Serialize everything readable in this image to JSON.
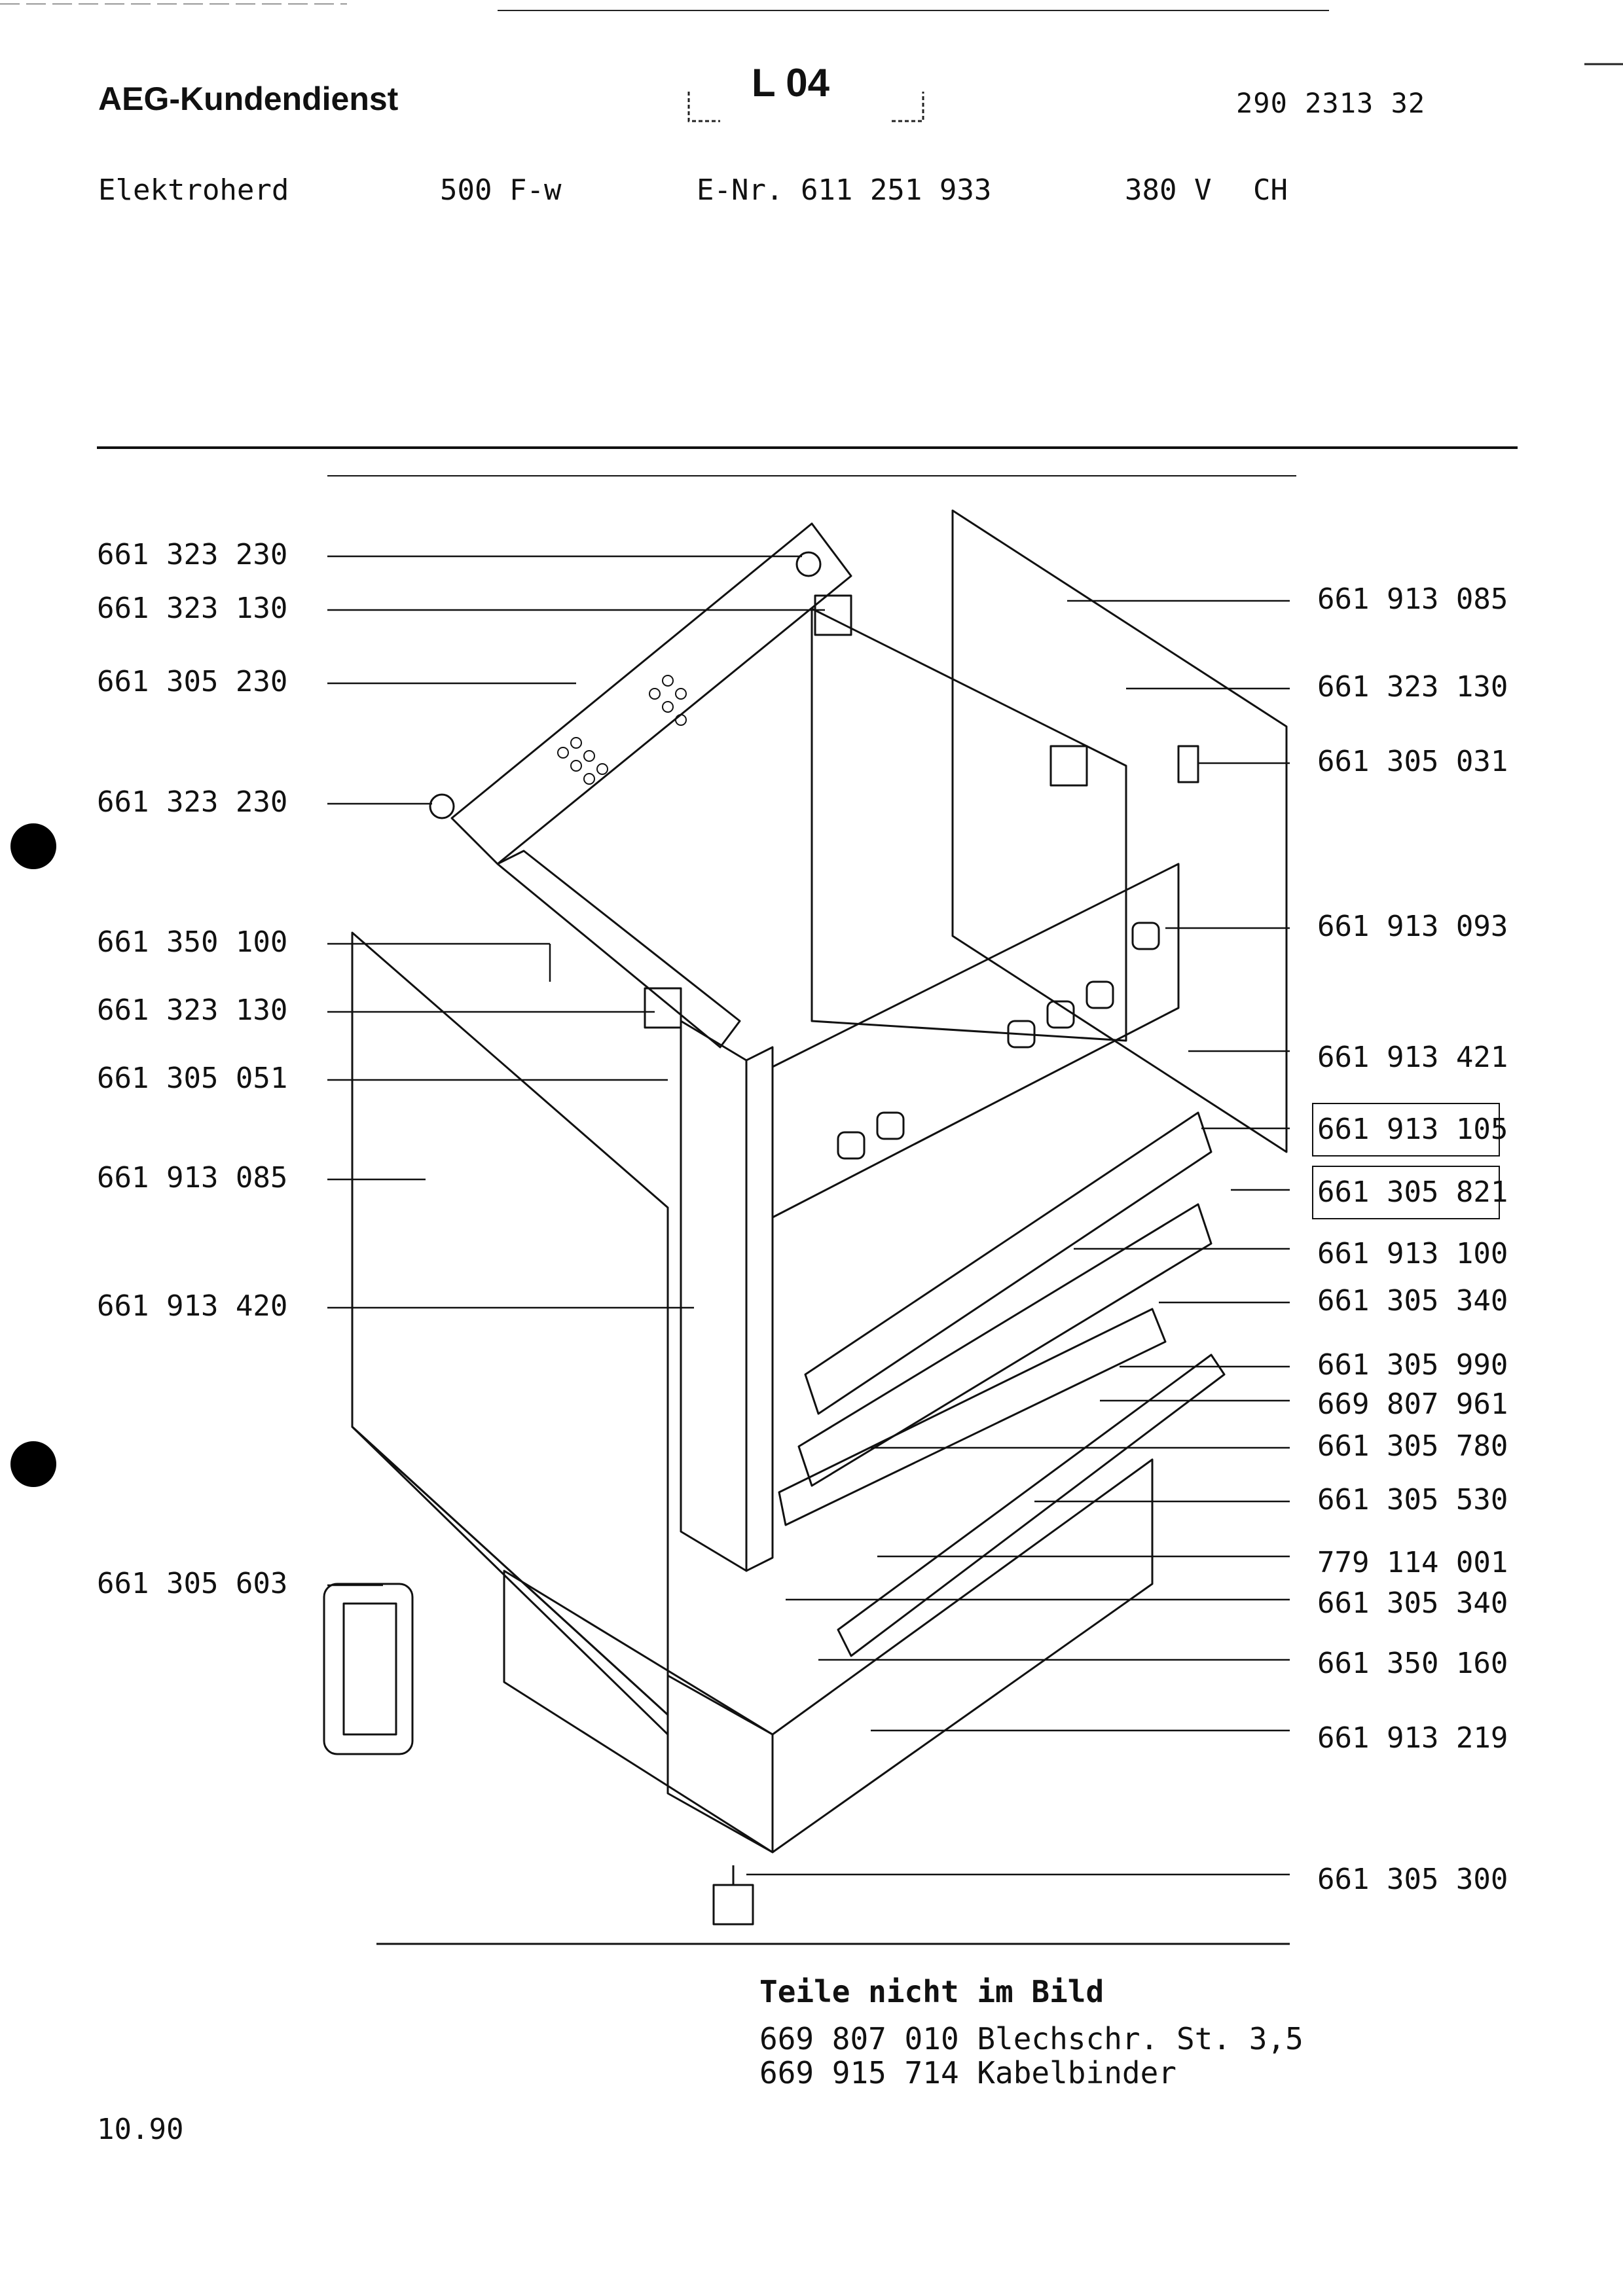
{
  "header": {
    "brand": "AEG-Kundendienst",
    "code": "L 04",
    "doc_number": "290 2313 32"
  },
  "product": {
    "type": "Elektroherd",
    "model": "500 F-w",
    "enr": "E-Nr. 611 251 933",
    "voltage": "380 V",
    "country": "CH"
  },
  "parts_left": [
    "661 323 230",
    "661 323 130",
    "661 305 230",
    "661 323 230",
    "661 350 100",
    "661 323 130",
    "661 305 051",
    "661 913 085",
    "661 913 420",
    "661 305 603"
  ],
  "parts_right": [
    "661 913 085",
    "661 323 130",
    "661 305 031",
    "661 913 093",
    "661 913 421",
    "661 913 105",
    "661 305 821",
    "661 913 100",
    "661 305 340",
    "661 305 990",
    "669 807 961",
    "661 305 780",
    "661 305 530",
    "779 114 001",
    "661 305 340",
    "661 350 160",
    "661 913 219",
    "661 305 300"
  ],
  "notes": {
    "title": "Teile nicht im Bild",
    "lines": [
      "669 807 010 Blechschr. St. 3,5",
      "669 915 714 Kabelbinder"
    ]
  },
  "date": "10.90"
}
